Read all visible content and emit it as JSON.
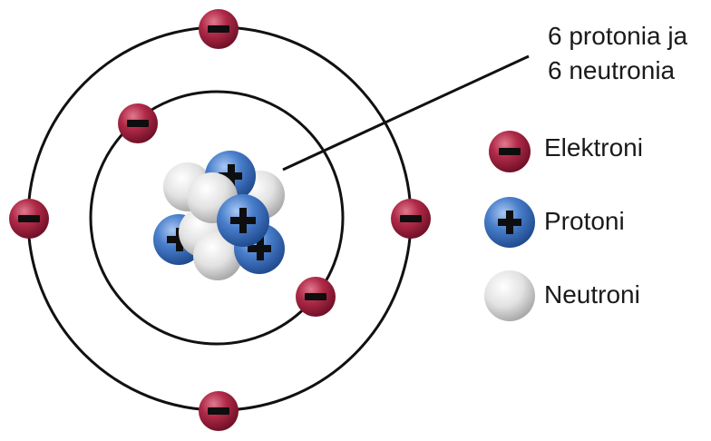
{
  "callout": {
    "line1": "6 protonia ja",
    "line2": "6 neutronia"
  },
  "legend": {
    "electron": "Elektroni",
    "proton": "Protoni",
    "neutron": "Neutroni"
  },
  "colors": {
    "electron": "#9b1c3a",
    "proton": "#2f64b8",
    "neutron": "#d8d8d8",
    "orbit": "#111111"
  },
  "atom": {
    "protons": 6,
    "neutrons": 6,
    "electrons": 6,
    "orbits": 2
  }
}
